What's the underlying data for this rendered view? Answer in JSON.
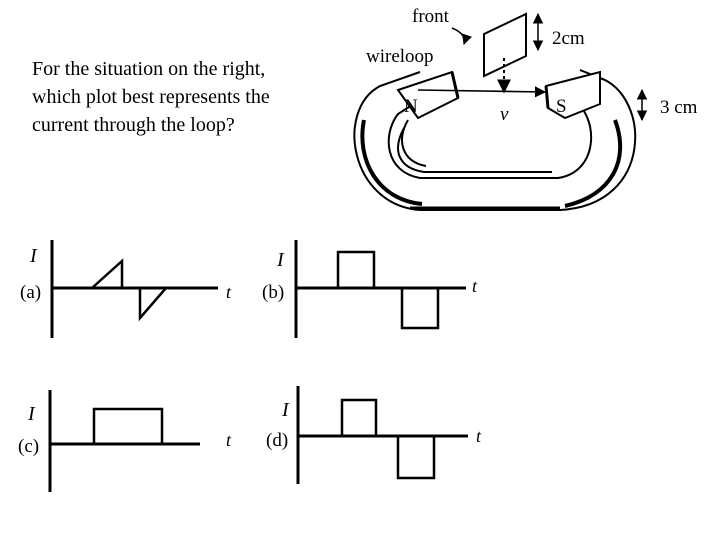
{
  "question": {
    "lines": [
      "For the situation on the right,",
      "which plot best represents the",
      "current through the loop?"
    ]
  },
  "magnet_figure": {
    "front_label": "front",
    "wireloop_label": "wireloop",
    "north_label": "N",
    "south_label": "S",
    "velocity_label": "v",
    "loop_size_label": "2cm",
    "gap_size_label": "3 cm"
  },
  "plots": {
    "a": {
      "label": "(a)",
      "y_axis": "I",
      "x_axis": "t"
    },
    "b": {
      "label": "(b)",
      "y_axis": "I",
      "x_axis": "t"
    },
    "c": {
      "label": "(c)",
      "y_axis": "I",
      "x_axis": "t"
    },
    "d": {
      "label": "(d)",
      "y_axis": "I",
      "x_axis": "t"
    }
  },
  "colors": {
    "ink": "#000000",
    "background": "#ffffff"
  }
}
